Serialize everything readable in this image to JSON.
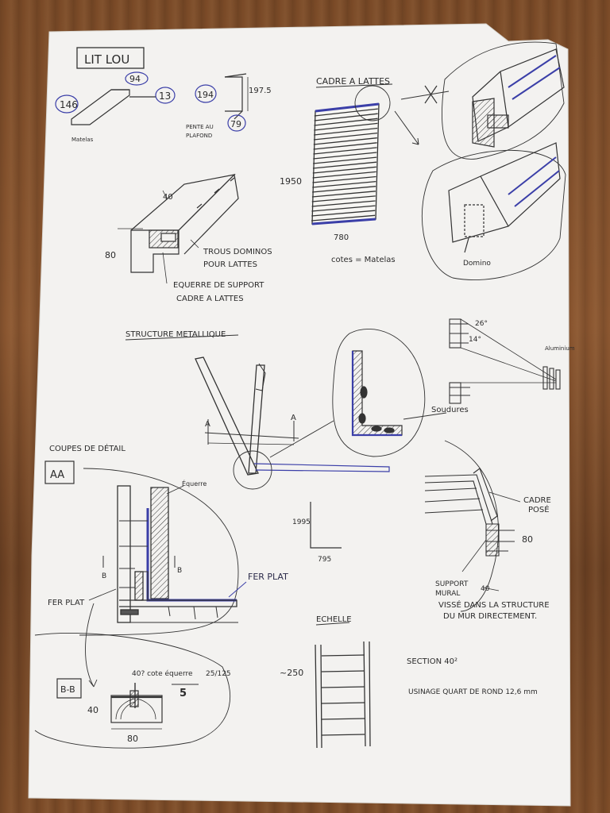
{
  "title": "LIT LOU",
  "top_left": {
    "n146": "146",
    "n94": "94",
    "n13": "13",
    "matelas": "Matelas",
    "n194": "194",
    "n1975": "197.5",
    "n79": "79",
    "pente": "PENTE AU",
    "plafond": "PLAFOND"
  },
  "cadre": {
    "title": "CADRE A LATTES",
    "height": "1950",
    "width": "780",
    "note": "cotes = Matelas",
    "domino": "Domino"
  },
  "profile": {
    "dim40": "40",
    "dim80": "80",
    "trous1": "TROUS DOMINOS",
    "trous2": "POUR LATTES",
    "equerre1": "EQUERRE DE SUPPORT",
    "equerre2": "CADRE A LATTES"
  },
  "structure": {
    "title": "STRUCTURE METALLIQUE",
    "a_left": "A",
    "a_right": "A",
    "angle1": "26°",
    "angle2": "14°",
    "alu": "Aluminium",
    "soudures": "Soudures"
  },
  "coupes": {
    "title": "COUPES DE DÉTAIL",
    "aa": "AA",
    "equerre": "Équerre",
    "b1": "B",
    "b2": "B",
    "fer_plat_left": "FER PLAT",
    "fer_plat_right": "FER PLAT",
    "n1995": "1995",
    "n795": "795",
    "bb": "B-B",
    "bb_note": "40? cote équerre",
    "n25125": "25/125",
    "n5": "5",
    "n40": "40",
    "n80": "80"
  },
  "mural": {
    "cadre1": "CADRE",
    "cadre2": "POSÉ",
    "n80": "80",
    "n40": "40",
    "support1": "SUPPORT",
    "support2": "MURAL",
    "visse1": "VISSÉ DANS LA STRUCTURE",
    "visse2": "DU MUR DIRECTEMENT."
  },
  "echelle": {
    "title": "ECHELLE",
    "height": "~250",
    "section": "SECTION 40²",
    "usinage": "USINAGE   QUART DE ROND 12,6 mm"
  },
  "colors": {
    "paper": "#f3f2f0",
    "ink": "#2b2b2b",
    "blue_ink": "#3b3fa8",
    "wood": "#7a4a27"
  }
}
